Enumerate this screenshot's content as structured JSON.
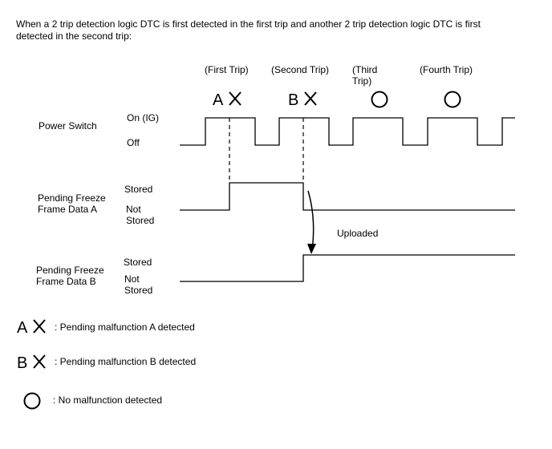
{
  "intro": [
    "When a 2 trip detection logic DTC is first detected in the first trip and another 2 trip detection logic DTC is first",
    "detected in the second trip:"
  ],
  "trips": [
    {
      "lines": [
        "(First Trip)"
      ],
      "marker": "AX"
    },
    {
      "lines": [
        "(Second Trip)"
      ],
      "marker": "BX"
    },
    {
      "lines": [
        "(Third",
        "Trip)"
      ],
      "marker": "circle"
    },
    {
      "lines": [
        "(Fourth Trip)"
      ],
      "marker": "circle"
    }
  ],
  "power_switch": {
    "name": "Power Switch",
    "high_label": "On (IG)",
    "low_label": "Off"
  },
  "freeze_a": {
    "name_lines": [
      "Pending Freeze",
      "Frame Data A"
    ],
    "high_label": "Stored",
    "low_label_lines": [
      "Not",
      "Stored"
    ]
  },
  "freeze_b": {
    "name_lines": [
      "Pending Freeze",
      "Frame Data B"
    ],
    "high_label": "Stored",
    "low_label_lines": [
      "Not",
      "Stored"
    ]
  },
  "uploaded_label": "Uploaded",
  "legend": [
    {
      "marker": "AX",
      "text": ": Pending malfunction A detected"
    },
    {
      "marker": "BX",
      "text": ": Pending malfunction B detected"
    },
    {
      "marker": "circle",
      "text": ": No malfunction detected"
    }
  ]
}
